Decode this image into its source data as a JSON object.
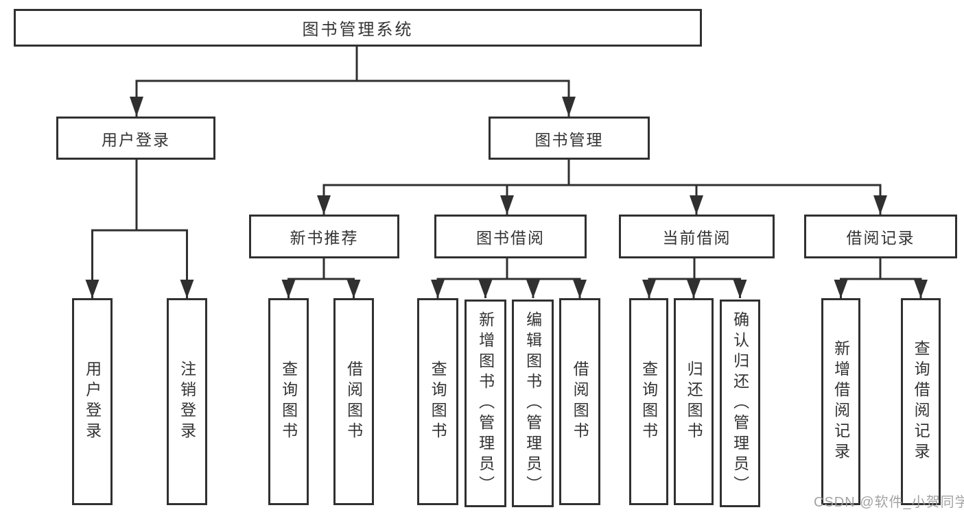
{
  "diagram": {
    "root": {
      "label": "图书管理系统"
    },
    "level1": {
      "user_login": {
        "label": "用户登录"
      },
      "book_mgmt": {
        "label": "图书管理"
      }
    },
    "level2": {
      "new_book_rec": {
        "label": "新书推荐"
      },
      "book_borrow": {
        "label": "图书借阅"
      },
      "current_borrow": {
        "label": "当前借阅"
      },
      "borrow_records": {
        "label": "借阅记录"
      }
    },
    "leaves": {
      "user_login_leaf": {
        "label": "用户登录"
      },
      "logout": {
        "label": "注销登录"
      },
      "nb_query_books": {
        "label": "查询图书"
      },
      "nb_borrow_books": {
        "label": "借阅图书"
      },
      "bb_query_books": {
        "label": "查询图书"
      },
      "bb_add_books": {
        "label": "新增图书（管理员）"
      },
      "bb_edit_books": {
        "label": "编辑图书（管理员）"
      },
      "bb_borrow_books": {
        "label": "借阅图书"
      },
      "cb_query_books": {
        "label": "查询图书"
      },
      "cb_return_books": {
        "label": "归还图书"
      },
      "cb_confirm_return": {
        "label": "确认归还（管理员）"
      },
      "br_add_record": {
        "label": "新增借阅记录"
      },
      "br_query_record": {
        "label": "查询借阅记录"
      }
    },
    "colors": {
      "line": "#303030",
      "text": "#333333",
      "background": "#ffffff",
      "watermark": "#9e9e9e"
    }
  },
  "watermark": {
    "text": "CSDN @软件_小贺同学"
  }
}
